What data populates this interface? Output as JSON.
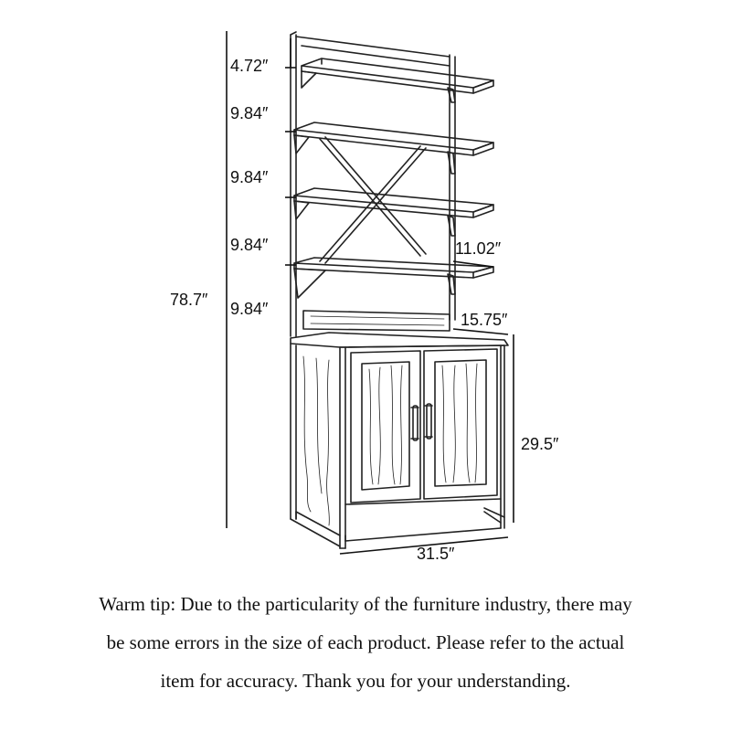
{
  "dimensions": {
    "total_height": "78.7″",
    "top_gap": "4.72″",
    "gap1": "9.84″",
    "gap2": "9.84″",
    "gap3": "9.84″",
    "gap4": "9.84″",
    "shelf_depth": "11.02″",
    "cabinet_depth": "15.75″",
    "cabinet_height": "29.5″",
    "width": "31.5″"
  },
  "tip": {
    "line1": "Warm tip: Due to the particularity of the furniture industry, there may",
    "line2": "be some errors in the size of each product. Please refer to the actual",
    "line3": "item for accuracy. Thank you for your understanding."
  }
}
